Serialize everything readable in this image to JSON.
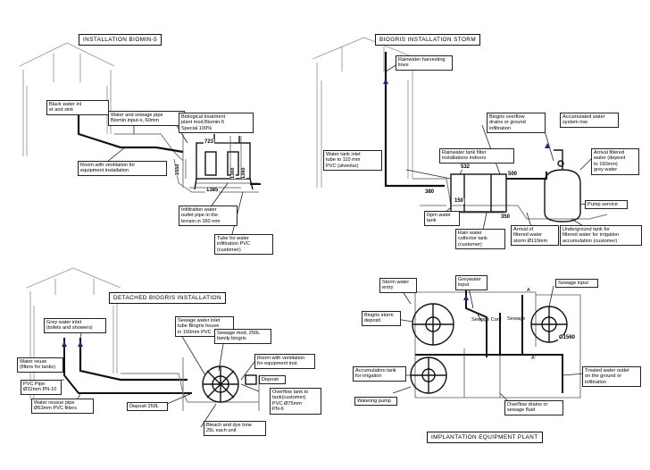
{
  "panels": {
    "biomin": {
      "title": "INSTALLATION BIOMIN-5",
      "labels": {
        "black_water": "Black water inl\net and sink",
        "water_sewage": "Water and sewage pipe\nBiomin input-s, 60mm",
        "bio_plant": "Biological treatment\nplant mod.Biomin-5\nSpecial 100%",
        "room_vent": "Room with ventilation for\nequipment installation",
        "infiltration_outlet": "Infiltration water\noutlet pipe in the\nterrain in 160 mm",
        "tube_water": "Tube for water\ninfiltration PVC\n(customer)"
      },
      "dims": {
        "d723": "723",
        "d1550": "1550",
        "d1300": "1300",
        "d1390": "1390",
        "d1385": "1385"
      }
    },
    "storm": {
      "title": "BIOGRIS INSTALLATION STORM",
      "labels": {
        "rainwater": "Rainwater harvesting\nlines",
        "biogris_overflow": "Biogris overflow\ndrains or ground\ninfiltration",
        "accumulated": "Accumulated water\nsystem rise",
        "arrival_filtered": "Arrival filtered\nwater (deposit\nto 160mm)\ngrey water",
        "water_tank_inlet": "Water tank inlet\ntube to 110 mm\nPVC (alveolar)",
        "rain_filter": "Rainwater tank filter\ninstallations indoors",
        "dpm_water": "Dpm water\ntank",
        "rain_collector": "Rain water\ncollector tank\n(customer)",
        "arrival_storm": "Arrival of\nfiltered water\nstorm Ø110mm",
        "underground_tank": "Underground tank for\nfiltered water for irrigation\naccumulation (customer)",
        "pump_service": "Pump service"
      },
      "dims": {
        "d532": "532",
        "d500": "500",
        "d380": "380",
        "d150": "150",
        "d350": "350"
      }
    },
    "detached": {
      "title": "DETACHED BIOGRIS INSTALLATION",
      "labels": {
        "grey_inlet": "Grey water inlet\n(toilets and showers)",
        "sewage_inlet": "Sewage water inlet\ntube Biogris house\nin 160mm PVC",
        "sewage_mod": "Sewage mod. 250L\nfamily biogris",
        "room_vent": "Room with ventilation\nfor equipment inst.",
        "water_reuse": "Water reuse\n(filters for tanks)",
        "pvc_pipe": "PVC Pipe\nØ32mm PN-10",
        "reuse_pipe": "Water reusue pipe\nØ63mm PVC filters",
        "deposit_tag": "Deposit",
        "overflow_tank": "Overflow tank to\ntank(customer)\nPVC Ø75mm\nPN-6",
        "deposit_250": "Deposit 250L",
        "bleach_dye": "Bleach and dye tone\n25L each unit"
      }
    },
    "plant": {
      "title": "IMPLANTATION EQUIPMENT PLANT",
      "labels": {
        "storm_entry": "Storm water\nentry",
        "greywater_input": "Greywater\ninput",
        "sewage_input": "Sewage input",
        "biogris_storm": "Biogris storm\ndeposit",
        "sewage_cont": "Sewage\nCont",
        "sewage": "Sewage",
        "accum_tank": "Accumulation tank\nfor irrigation",
        "treated_outlet": "Treated water outlet\non the ground or\ninfiltration",
        "watering_pump": "Watering pump",
        "overflow_drains": "Overflow drains or\nsewage fluid",
        "d1560": "Ø1560",
        "marker_a": "A",
        "marker_a2": "A'"
      }
    }
  }
}
